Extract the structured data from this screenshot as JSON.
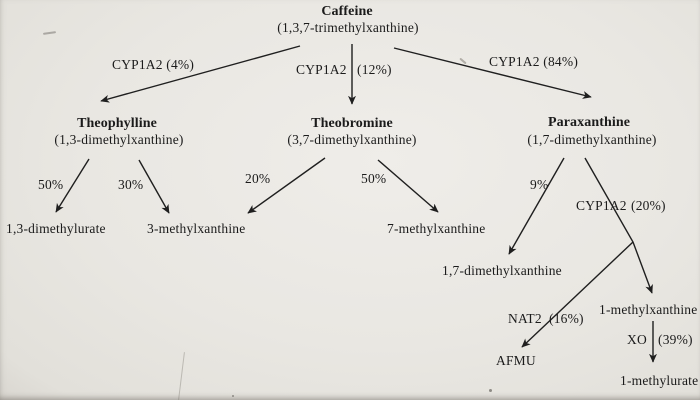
{
  "diagram": {
    "description": "Caffeine metabolism pathway diagram (scanned print)",
    "ink_color": "#1f1f1f",
    "paper_color": "#e9e7e2",
    "nodes": {
      "caffeine": {
        "name": "Caffeine",
        "formula": "(1,3,7-trimethylxanthine)"
      },
      "theophylline": {
        "name": "Theophylline",
        "formula": "(1,3-dimethylxanthine)"
      },
      "theobromine": {
        "name": "Theobromine",
        "formula": "(3,7-dimethylxanthine)"
      },
      "paraxanthine": {
        "name": "Paraxanthine",
        "formula": "(1,7-dimethylxanthine)"
      },
      "dimethylurate_13": {
        "name": "1,3-dimethylurate"
      },
      "methylxanthine_3": {
        "name": "3-methylxanthine"
      },
      "methylxanthine_7": {
        "name": "7-methylxanthine"
      },
      "dimethylxanthine_17": {
        "name": "1,7-dimethylxanthine"
      },
      "methylxanthine_1": {
        "name": "1-methylxanthine"
      },
      "afmu": {
        "name": "AFMU"
      },
      "methylurate_1": {
        "name": "1-methylurate"
      }
    },
    "edge_labels": {
      "caffeine_to_theophylline": "CYP1A2 (4%)",
      "caffeine_to_theobromine_enzyme": "CYP1A2",
      "caffeine_to_theobromine_pct": "(12%)",
      "caffeine_to_paraxanthine": "CYP1A2 (84%)",
      "theophylline_to_dimethylurate_pct": "50%",
      "theophylline_to_methylxanthine3_pct": "30%",
      "theobromine_to_methylxanthine3_pct": "20%",
      "theobromine_to_methylxanthine7_pct": "50%",
      "paraxanthine_to_dimethylxanthine17_pct": "9%",
      "paraxanthine_to_methylxanthine1_enzyme": "CYP1A2",
      "paraxanthine_to_methylxanthine1_pct": "(20%)",
      "branch_to_afmu_enzyme": "NAT2",
      "branch_to_afmu_pct": "(16%)",
      "methylxanthine1_to_methylurate_enzyme": "XO",
      "methylxanthine1_to_methylurate_pct": "(39%)"
    }
  }
}
